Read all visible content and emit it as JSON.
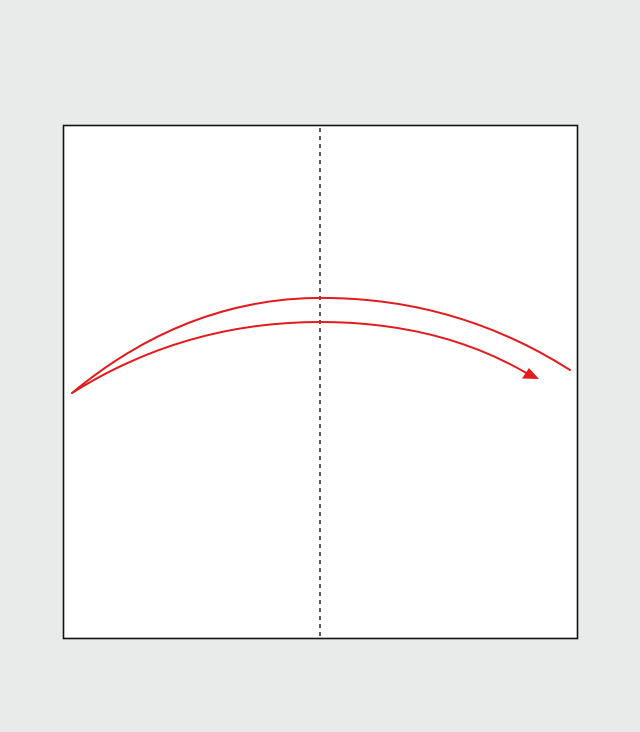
{
  "diagram": {
    "background_color": "#e9ebea",
    "paper_color": "#ffffff",
    "paper_border_color": "#111111",
    "fold_line": {
      "style": "dashed",
      "color": "#111111",
      "orientation": "vertical"
    },
    "folding_arrow": {
      "shape": "curved",
      "direction": "left-to-right",
      "color": "#e21c1c",
      "arrowhead": "filled-triangle"
    }
  }
}
